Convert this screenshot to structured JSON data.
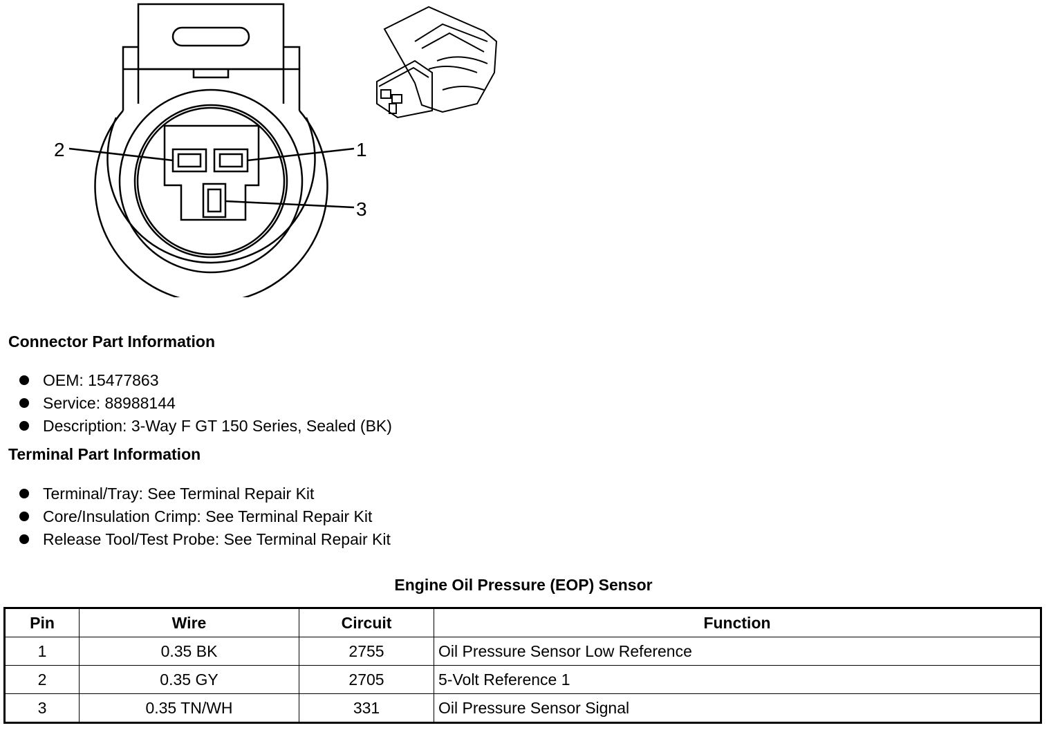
{
  "diagram": {
    "pin_labels": [
      "2",
      "1",
      "3"
    ]
  },
  "connector": {
    "heading": "Connector Part Information",
    "items": [
      "OEM: 15477863",
      "Service: 88988144",
      "Description: 3-Way F GT 150 Series, Sealed (BK)"
    ]
  },
  "terminal": {
    "heading": "Terminal Part Information",
    "items": [
      "Terminal/Tray: See Terminal Repair Kit",
      "Core/Insulation Crimp: See Terminal Repair Kit",
      "Release Tool/Test Probe: See Terminal Repair Kit"
    ]
  },
  "table": {
    "title": "Engine Oil Pressure (EOP) Sensor",
    "headers": [
      "Pin",
      "Wire",
      "Circuit",
      "Function"
    ],
    "rows": [
      [
        "1",
        "0.35 BK",
        "2755",
        "Oil Pressure Sensor Low Reference"
      ],
      [
        "2",
        "0.35 GY",
        "2705",
        "5-Volt Reference 1"
      ],
      [
        "3",
        "0.35 TN/WH",
        "331",
        "Oil Pressure Sensor Signal"
      ]
    ]
  }
}
